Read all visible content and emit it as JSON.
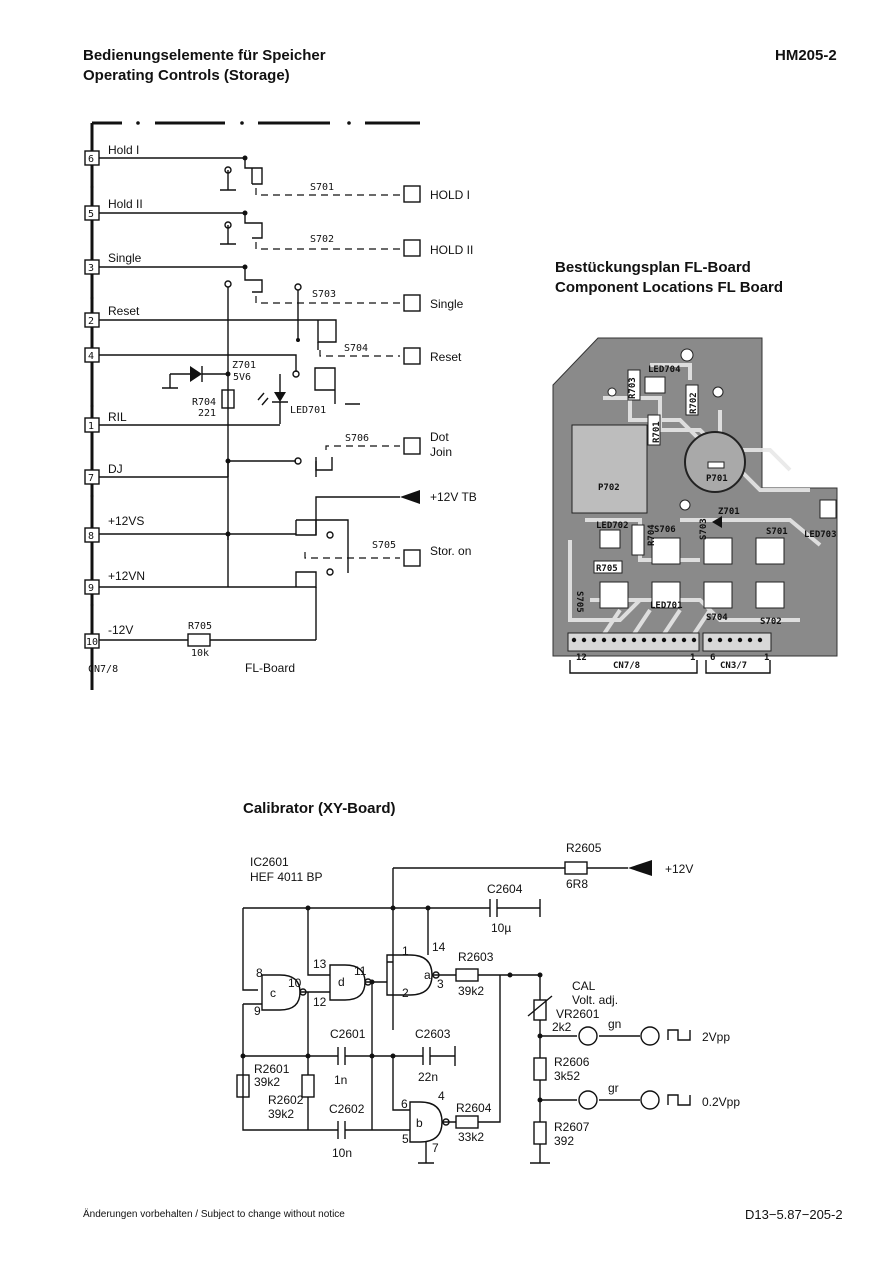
{
  "header": {
    "title_de": "Bedienungselemente für Speicher",
    "title_en": "Operating Controls (Storage)",
    "model": "HM205-2"
  },
  "fl_board": {
    "board_label": "FL-Board",
    "connector_label": "CN7/8",
    "pins": [
      {
        "num": "6",
        "label": "Hold I"
      },
      {
        "num": "5",
        "label": "Hold II"
      },
      {
        "num": "3",
        "label": "Single"
      },
      {
        "num": "2",
        "label": "Reset"
      },
      {
        "num": "4",
        "label": ""
      },
      {
        "num": "1",
        "label": "RIL"
      },
      {
        "num": "7",
        "label": "DJ"
      },
      {
        "num": "8",
        "label": "+12VS"
      },
      {
        "num": "9",
        "label": "+12VN"
      },
      {
        "num": "10",
        "label": "-12V"
      }
    ],
    "switches": {
      "s701": "S701",
      "s702": "S702",
      "s703": "S703",
      "s704": "S704",
      "s705": "S705",
      "s706": "S706"
    },
    "controls": {
      "hold1": "HOLD I",
      "hold2": "HOLD II",
      "single": "Single",
      "reset": "Reset",
      "dot": "Dot",
      "join": "Join",
      "stor_on": "Stor. on"
    },
    "parts": {
      "z701": "Z701",
      "z701_val": "5V6",
      "r704": "R704",
      "r704_val": "221",
      "led701": "LED701",
      "r705": "R705",
      "r705_val": "10k",
      "tb": "+12V TB"
    }
  },
  "component_locations": {
    "title_de": "Bestückungsplan FL-Board",
    "title_en": "Component Locations FL Board",
    "labels": {
      "led704": "LED704",
      "r703": "R703",
      "r702": "R702",
      "r701": "R701",
      "p702": "P702",
      "p701": "P701",
      "z701": "Z701",
      "led702": "LED702",
      "s706": "S706",
      "s703": "S703",
      "s701": "S701",
      "led703": "LED703",
      "r704": "R704",
      "r705": "R705",
      "s705": "S705",
      "led701": "LED701",
      "s704": "S704",
      "s702": "S702",
      "cn78": "CN7/8",
      "cn37": "CN3/7",
      "p12": "12",
      "p1a": "1",
      "p6": "6",
      "p1b": "1"
    }
  },
  "calibrator": {
    "title": "Calibrator (XY-Board)",
    "ic": "IC2601",
    "ic_type": "HEF 4011 BP",
    "r2605": "R2605",
    "r2605_val": "6R8",
    "supply": "+12V",
    "c2604": "C2604",
    "c2604_val": "10µ",
    "r2603": "R2603",
    "r2603_val": "39k2",
    "cal": "CAL",
    "cal_sub": "Volt. adj.",
    "vr2601": "VR2601",
    "vr2601_val": "2k2",
    "gn": "gn",
    "gr": "gr",
    "out1": "2Vpp",
    "out2": "0.2Vpp",
    "r2606": "R2606",
    "r2606_val": "3k52",
    "r2607": "R2607",
    "r2607_val": "392",
    "c2601": "C2601",
    "c2601_val": "1n",
    "c2603": "C2603",
    "c2603_val": "22n",
    "c2602": "C2602",
    "c2602_val": "10n",
    "r2601": "R2601",
    "r2601_val": "39k2",
    "r2602": "R2602",
    "r2602_val": "39k2",
    "r2604": "R2604",
    "r2604_val": "33k2",
    "gates": {
      "a": "a",
      "b": "b",
      "c": "c",
      "d": "d"
    },
    "pins": {
      "p1": "1",
      "p2": "2",
      "p3": "3",
      "p4": "4",
      "p5": "5",
      "p6": "6",
      "p7": "7",
      "p8": "8",
      "p9": "9",
      "p10": "10",
      "p11": "11",
      "p12": "12",
      "p13": "13",
      "p14": "14"
    }
  },
  "footer": {
    "left": "Änderungen vorbehalten / Subject to change without notice",
    "right": "D13−5.87−205-2"
  }
}
